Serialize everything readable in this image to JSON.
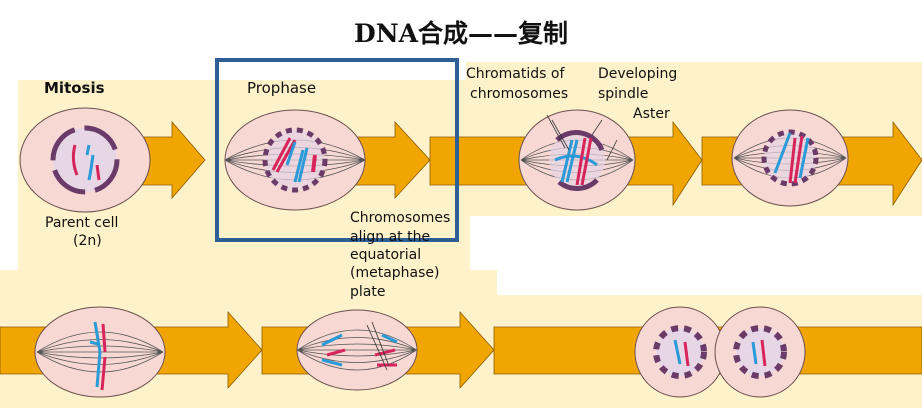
{
  "title": "DNA合成——复制",
  "labels": {
    "mitosis": "Mitosis",
    "prophase": "Prophase",
    "parent_cell": "Parent cell",
    "parent_cell_ploidy": "(2n)",
    "chromatids": "Chromatids of",
    "chromatids_2": "chromosomes",
    "developing": "Developing",
    "spindle": "spindle",
    "aster": "Aster",
    "chromosomes_align": "Chromosomes",
    "align_2": "align at the",
    "align_3": "equatorial",
    "align_4": "(metaphase)",
    "align_5": "plate"
  },
  "colors": {
    "panel_bg": "#fdf2c9",
    "arrow": "#f0a500",
    "cell": "#f8d8d3",
    "nucleus": "#e6d6e6",
    "membrane": "#6a3a68",
    "chrom_red": "#d8245a",
    "chrom_blue": "#2a9ad8",
    "highlight_box": "#2e5f97"
  }
}
